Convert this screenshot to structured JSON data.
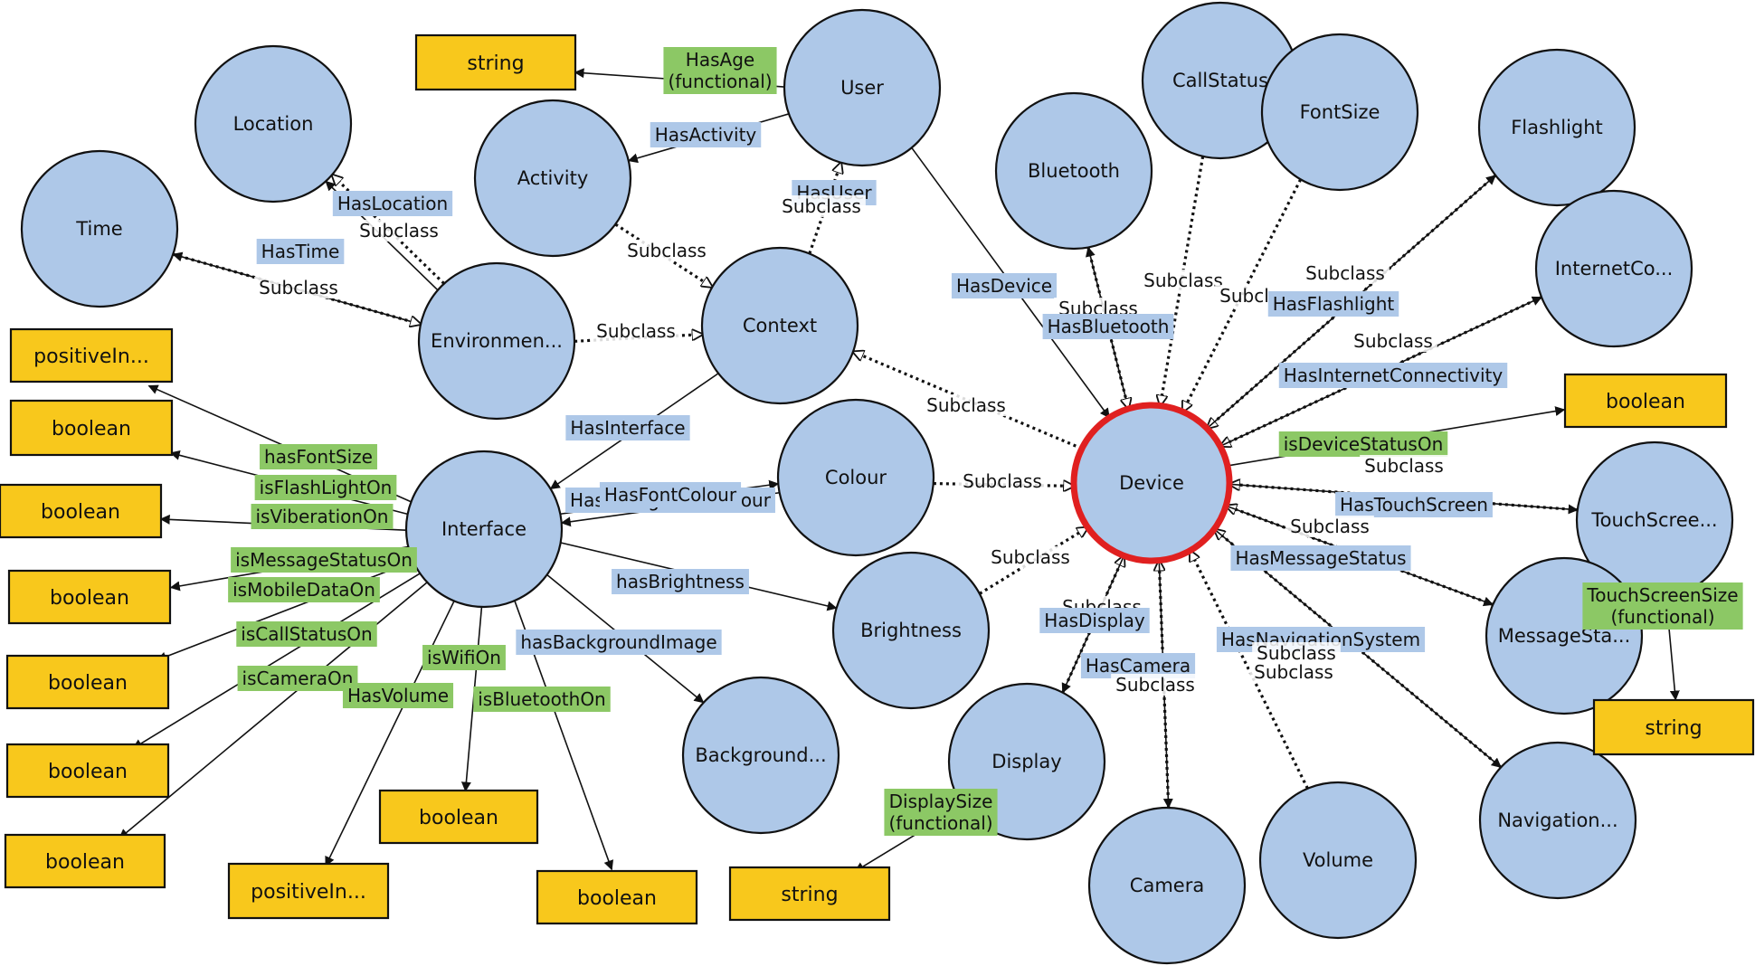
{
  "colors": {
    "class_fill": "#aec8e8",
    "class_stroke": "#111111",
    "focus_stroke": "#e02020",
    "datatype_fill": "#f8c81c",
    "object_prop_bg": "#aec8e8",
    "data_prop_bg": "#8cc865"
  },
  "classes": [
    {
      "id": "user",
      "label": "User"
    },
    {
      "id": "location",
      "label": "Location"
    },
    {
      "id": "activity",
      "label": "Activity"
    },
    {
      "id": "time",
      "label": "Time"
    },
    {
      "id": "environment",
      "label": "Environmen..."
    },
    {
      "id": "context",
      "label": "Context"
    },
    {
      "id": "interface",
      "label": "Interface"
    },
    {
      "id": "colour",
      "label": "Colour"
    },
    {
      "id": "brightness",
      "label": "Brightness"
    },
    {
      "id": "background",
      "label": "Background..."
    },
    {
      "id": "device",
      "label": "Device",
      "focus": true
    },
    {
      "id": "bluetooth",
      "label": "Bluetooth"
    },
    {
      "id": "callstatus",
      "label": "CallStatus"
    },
    {
      "id": "fontsize",
      "label": "FontSize"
    },
    {
      "id": "flashlight",
      "label": "Flashlight"
    },
    {
      "id": "internetco",
      "label": "InternetCo..."
    },
    {
      "id": "touchscreen",
      "label": "TouchScree..."
    },
    {
      "id": "messagesta",
      "label": "MessageSta..."
    },
    {
      "id": "navigation",
      "label": "Navigation..."
    },
    {
      "id": "volume",
      "label": "Volume"
    },
    {
      "id": "camera",
      "label": "Camera"
    },
    {
      "id": "display",
      "label": "Display"
    }
  ],
  "datatypes": [
    {
      "id": "dt-string-user",
      "label": "string"
    },
    {
      "id": "dt-positive-1",
      "label": "positiveIn..."
    },
    {
      "id": "dt-boolean-1",
      "label": "boolean"
    },
    {
      "id": "dt-boolean-2",
      "label": "boolean"
    },
    {
      "id": "dt-boolean-3",
      "label": "boolean"
    },
    {
      "id": "dt-boolean-4",
      "label": "boolean"
    },
    {
      "id": "dt-boolean-5",
      "label": "boolean"
    },
    {
      "id": "dt-boolean-6",
      "label": "boolean"
    },
    {
      "id": "dt-boolean-wifi",
      "label": "boolean"
    },
    {
      "id": "dt-positive-2",
      "label": "positiveIn..."
    },
    {
      "id": "dt-boolean-bt",
      "label": "boolean"
    },
    {
      "id": "dt-string-display",
      "label": "string"
    },
    {
      "id": "dt-boolean-device",
      "label": "boolean"
    },
    {
      "id": "dt-string-touch",
      "label": "string"
    }
  ],
  "edge_labels": [
    {
      "id": "lbl-hasage",
      "kind": "data",
      "lines": [
        "HasAge",
        "(functional)"
      ]
    },
    {
      "id": "lbl-hasactivity",
      "kind": "object",
      "lines": [
        "HasActivity"
      ]
    },
    {
      "id": "lbl-hasuser",
      "kind": "object",
      "lines": [
        "HasUser"
      ]
    },
    {
      "id": "lbl-subclass-user",
      "kind": "plain",
      "lines": [
        "Subclass"
      ]
    },
    {
      "id": "lbl-haslocation",
      "kind": "object",
      "lines": [
        "HasLocation"
      ]
    },
    {
      "id": "lbl-subclass-loc",
      "kind": "plain",
      "lines": [
        "Subclass"
      ]
    },
    {
      "id": "lbl-hastime",
      "kind": "object",
      "lines": [
        "HasTime"
      ]
    },
    {
      "id": "lbl-subclass-time",
      "kind": "plain",
      "lines": [
        "Subclass"
      ]
    },
    {
      "id": "lbl-subclass-act",
      "kind": "plain",
      "lines": [
        "Subclass"
      ]
    },
    {
      "id": "lbl-subclass-env",
      "kind": "plain",
      "lines": [
        "Subclass"
      ]
    },
    {
      "id": "lbl-hasdevice",
      "kind": "object",
      "lines": [
        "HasDevice"
      ]
    },
    {
      "id": "lbl-hasinterface",
      "kind": "object",
      "lines": [
        "HasInterface"
      ]
    },
    {
      "id": "lbl-subclass-ctxdev",
      "kind": "plain",
      "lines": [
        "Subclass"
      ]
    },
    {
      "id": "lbl-hasfontsize",
      "kind": "data",
      "lines": [
        "hasFontSize"
      ]
    },
    {
      "id": "lbl-isflashlighton",
      "kind": "data",
      "lines": [
        "isFlashLightOn"
      ]
    },
    {
      "id": "lbl-isviberationon",
      "kind": "data",
      "lines": [
        "isViberationOn"
      ]
    },
    {
      "id": "lbl-ismessagestatuson",
      "kind": "data",
      "lines": [
        "isMessageStatusOn"
      ]
    },
    {
      "id": "lbl-ismobiledataon",
      "kind": "data",
      "lines": [
        "isMobileDataOn"
      ]
    },
    {
      "id": "lbl-iscallstatuson",
      "kind": "data",
      "lines": [
        "isCallStatusOn"
      ]
    },
    {
      "id": "lbl-iscameraon",
      "kind": "data",
      "lines": [
        "isCameraOn"
      ]
    },
    {
      "id": "lbl-hasvolume",
      "kind": "data",
      "lines": [
        "HasVolume"
      ]
    },
    {
      "id": "lbl-iswifion",
      "kind": "data",
      "lines": [
        "isWifiOn"
      ]
    },
    {
      "id": "lbl-isbluetoothon",
      "kind": "data",
      "lines": [
        "isBluetoothOn"
      ]
    },
    {
      "id": "lbl-hasbackgroundimage",
      "kind": "object",
      "lines": [
        "hasBackgroundImage"
      ]
    },
    {
      "id": "lbl-hasbrightness",
      "kind": "object",
      "lines": [
        "hasBrightness"
      ]
    },
    {
      "id": "lbl-hasbackgroundcolour",
      "kind": "object",
      "lines": [
        "HasBackgroundColour"
      ]
    },
    {
      "id": "lbl-hasfontcolour",
      "kind": "object",
      "lines": [
        "HasFontColour"
      ]
    },
    {
      "id": "lbl-subclass-colour",
      "kind": "plain",
      "lines": [
        "Subclass"
      ]
    },
    {
      "id": "lbl-subclass-bright",
      "kind": "plain",
      "lines": [
        "Subclass"
      ]
    },
    {
      "id": "lbl-subclass-bt",
      "kind": "plain",
      "lines": [
        "Subclass"
      ]
    },
    {
      "id": "lbl-hasbluetooth",
      "kind": "object",
      "lines": [
        "HasBluetooth"
      ]
    },
    {
      "id": "lbl-subclass-call",
      "kind": "plain",
      "lines": [
        "Subclass"
      ]
    },
    {
      "id": "lbl-subclass-font",
      "kind": "plain",
      "lines": [
        "Subclass"
      ]
    },
    {
      "id": "lbl-subclass-flash",
      "kind": "plain",
      "lines": [
        "Subclass"
      ]
    },
    {
      "id": "lbl-hasflashlight",
      "kind": "object",
      "lines": [
        "HasFlashlight"
      ]
    },
    {
      "id": "lbl-subclass-inet",
      "kind": "plain",
      "lines": [
        "Subclass"
      ]
    },
    {
      "id": "lbl-hasinternetconnectivity",
      "kind": "object",
      "lines": [
        "HasInternetConnectivity"
      ]
    },
    {
      "id": "lbl-isdevicestatuson",
      "kind": "data",
      "lines": [
        "isDeviceStatusOn"
      ]
    },
    {
      "id": "lbl-subclass-touch",
      "kind": "plain",
      "lines": [
        "Subclass"
      ]
    },
    {
      "id": "lbl-hastouchscreen",
      "kind": "object",
      "lines": [
        "HasTouchScreen"
      ]
    },
    {
      "id": "lbl-subclass-msg",
      "kind": "plain",
      "lines": [
        "Subclass"
      ]
    },
    {
      "id": "lbl-hasmessagestatus",
      "kind": "object",
      "lines": [
        "HasMessageStatus"
      ]
    },
    {
      "id": "lbl-hasnavigationsystem",
      "kind": "object",
      "lines": [
        "HasNavigationSystem"
      ]
    },
    {
      "id": "lbl-subclass-nav",
      "kind": "plain",
      "lines": [
        "Subclass"
      ]
    },
    {
      "id": "lbl-subclass-vol",
      "kind": "plain",
      "lines": [
        "Subclass"
      ]
    },
    {
      "id": "lbl-subclass-display",
      "kind": "plain",
      "lines": [
        "Subclass"
      ]
    },
    {
      "id": "lbl-hasdisplay",
      "kind": "object",
      "lines": [
        "HasDisplay"
      ]
    },
    {
      "id": "lbl-hascamera",
      "kind": "object",
      "lines": [
        "HasCamera"
      ]
    },
    {
      "id": "lbl-subclass-camera",
      "kind": "plain",
      "lines": [
        "Subclass"
      ]
    },
    {
      "id": "lbl-displaysize",
      "kind": "data",
      "lines": [
        "DisplaySize",
        "(functional)"
      ]
    },
    {
      "id": "lbl-touchscreensize",
      "kind": "data",
      "lines": [
        "TouchScreenSize",
        "(functional)"
      ]
    }
  ]
}
